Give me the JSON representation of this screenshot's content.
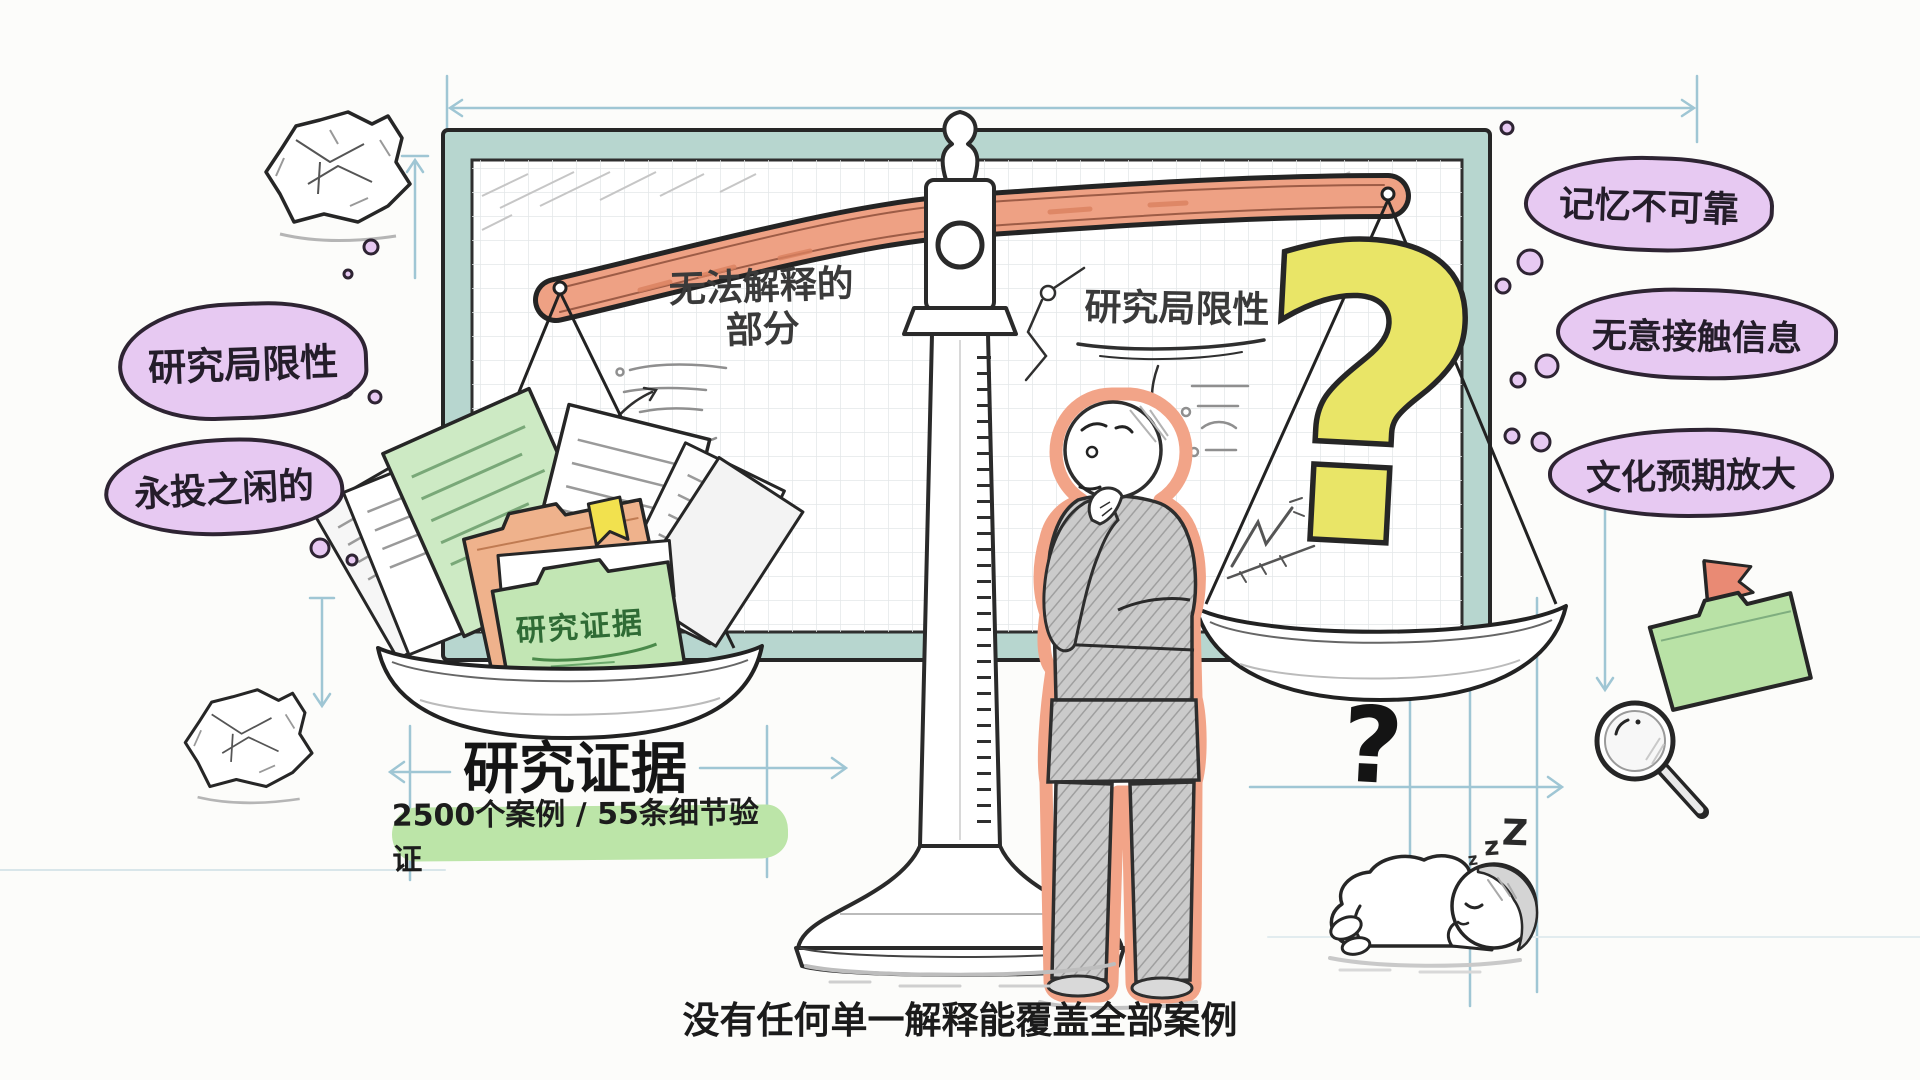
{
  "caption": "没有任何单一解释能覆盖全部案例",
  "bubbles_left": [
    {
      "label": "研究局限性"
    },
    {
      "label": "永投之闲的"
    }
  ],
  "bubbles_right": [
    {
      "label": "记忆不可靠"
    },
    {
      "label": "无意接触信息"
    },
    {
      "label": "文化预期放大"
    }
  ],
  "whiteboard": {
    "unexplained_note": "无法解释的\n部分",
    "limitation_note": "研究局限性"
  },
  "left_pan": {
    "folder_label": "研究证据"
  },
  "title_area": {
    "title": "研究证据",
    "badge": "2500个案例 / 55条细节验证"
  },
  "right_pan": {
    "big_question": "?",
    "small_question": "?"
  },
  "sleep_zs": {
    "z1": "z",
    "z2": "z",
    "z3": "Z"
  },
  "colors": {
    "beam_salmon": "#eea184",
    "board_frame_teal": "#b7d6cf",
    "bubble_purple": "#e7c9f2",
    "evidence_green": "#c2e6b4",
    "question_yellow": "#e9e567",
    "guide_blue": "#9fc6d4",
    "folder_orange": "#efb28c"
  }
}
